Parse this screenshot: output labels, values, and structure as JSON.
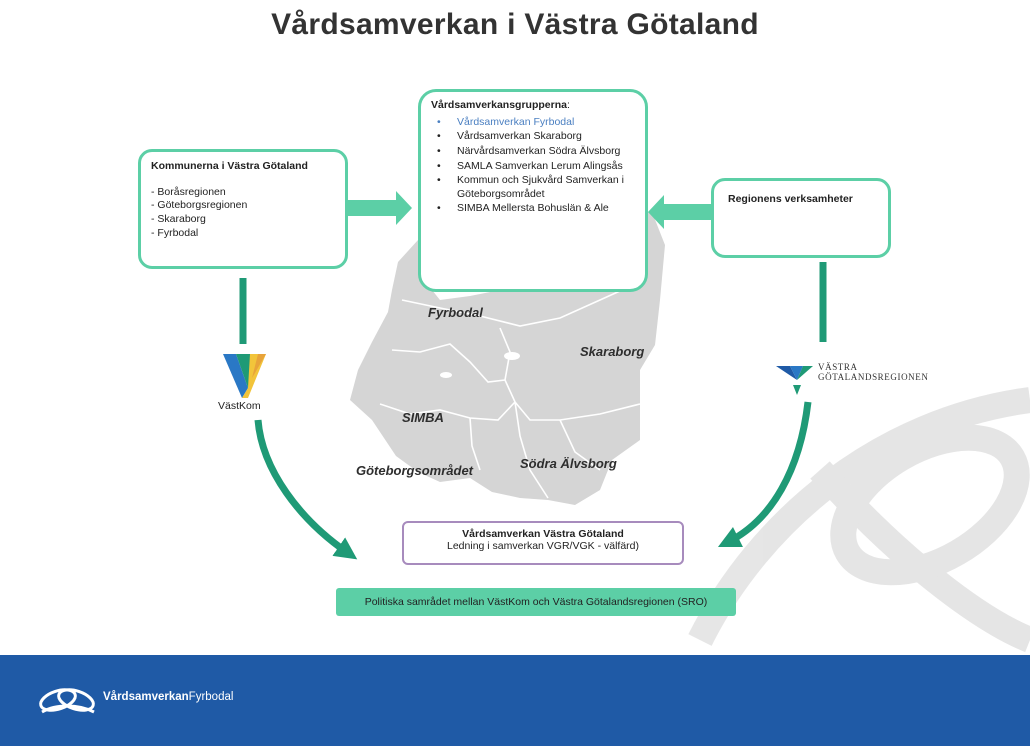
{
  "title": "Vårdsamverkan i Västra Götaland",
  "colors": {
    "accent": "#5ccfa6",
    "arrow": "#1f9a76",
    "footer": "#1f5aa6",
    "bottom_border": "#a78bbd",
    "map": "#d5d5d5"
  },
  "left_box": {
    "title": "Kommunerna i Västra Götaland",
    "items": [
      "- Boråsregionen",
      "- Göteborgsregionen",
      "- Skaraborg",
      "- Fyrbodal"
    ]
  },
  "center_box": {
    "title": "Vårdsamverkansgrupperna",
    "title_suffix": ":",
    "bullet": "•",
    "items": [
      "Vårdsamverkan Fyrbodal",
      "Vårdsamverkan Skaraborg",
      "Närvårdsamverkan Södra Älvsborg",
      "SAMLA Samverkan Lerum Alingsås",
      "Kommun och Sjukvård Samverkan i Göteborgsområdet",
      "SIMBA Mellersta Bohuslän & Ale"
    ]
  },
  "right_box": {
    "title": "Regionens verksamheter"
  },
  "map_labels": {
    "fyrbodal": "Fyrbodal",
    "skaraborg": "Skaraborg",
    "simba": "SIMBA",
    "goteborg": "Göteborgsområdet",
    "sodra": "Södra Älvsborg"
  },
  "vastkom": {
    "label": "VästKom",
    "icon": "vastkom-v-logo"
  },
  "vgr": {
    "line1": "VÄSTRA",
    "line2": "GÖTALANDSREGIONEN",
    "icon": "vgr-logo"
  },
  "bottom_box": {
    "title": "Vårdsamverkan Västra Götaland",
    "subtitle": "Ledning i samverkan VGR/VGK - välfärd)"
  },
  "sro_label": "Politiska samrådet mellan VästKom och Västra Götalandsregionen (SRO)",
  "footer": {
    "brand_bold": "Vårdsamverkan",
    "brand_regular": "Fyrbodal",
    "icon": "vardsamverkan-swirl-logo"
  }
}
